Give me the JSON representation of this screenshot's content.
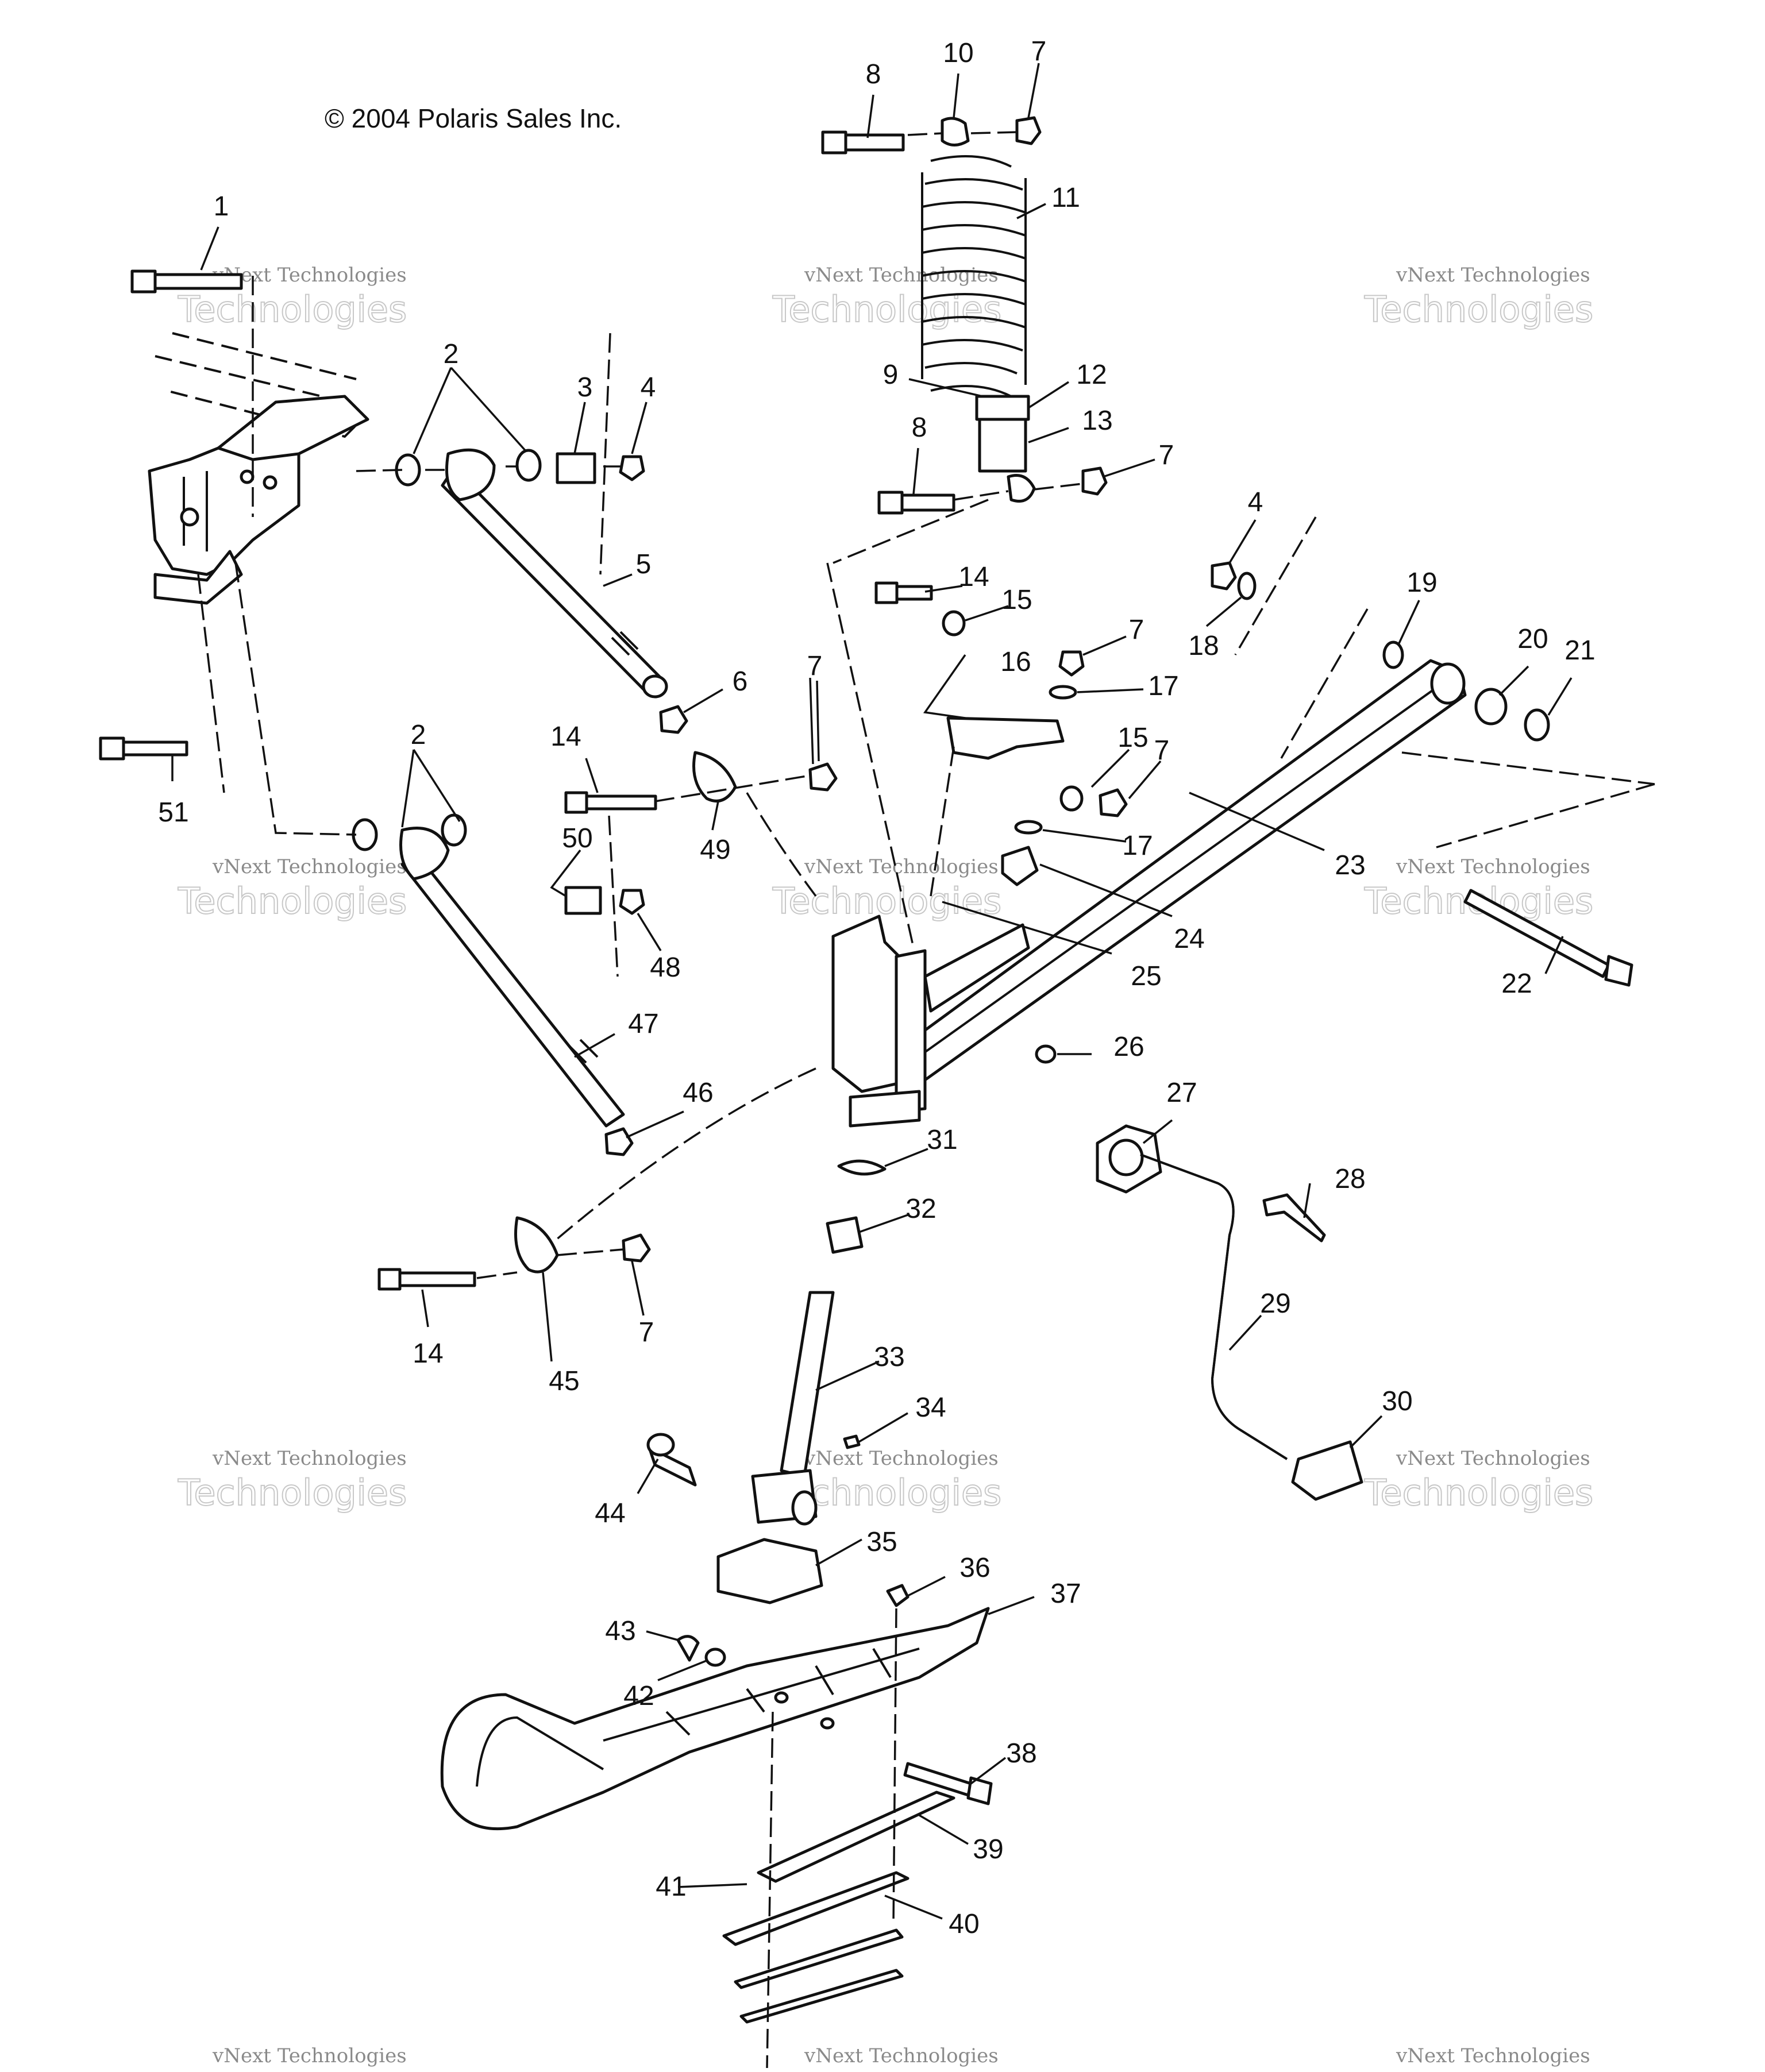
{
  "copyright": "© 2004 Polaris Sales Inc.",
  "watermark": {
    "line1": "vNext Technologies",
    "line2": "Technologies"
  },
  "callouts": [
    {
      "id": "c1",
      "label": "1"
    },
    {
      "id": "c2",
      "label": "2"
    },
    {
      "id": "c3",
      "label": "3"
    },
    {
      "id": "c4",
      "label": "4"
    },
    {
      "id": "c5",
      "label": "5"
    },
    {
      "id": "c6",
      "label": "6"
    },
    {
      "id": "c7a",
      "label": "7"
    },
    {
      "id": "c8a",
      "label": "8"
    },
    {
      "id": "c10",
      "label": "10"
    },
    {
      "id": "c11",
      "label": "11"
    },
    {
      "id": "c9",
      "label": "9"
    },
    {
      "id": "c12",
      "label": "12"
    },
    {
      "id": "c13",
      "label": "13"
    },
    {
      "id": "c8b",
      "label": "8"
    },
    {
      "id": "c7b",
      "label": "7"
    },
    {
      "id": "c4b",
      "label": "4"
    },
    {
      "id": "c14a",
      "label": "14"
    },
    {
      "id": "c15a",
      "label": "15"
    },
    {
      "id": "c18",
      "label": "18"
    },
    {
      "id": "c19",
      "label": "19"
    },
    {
      "id": "c7c",
      "label": "7"
    },
    {
      "id": "c16",
      "label": "16"
    },
    {
      "id": "c17a",
      "label": "17"
    },
    {
      "id": "c20",
      "label": "20"
    },
    {
      "id": "c21",
      "label": "21"
    },
    {
      "id": "c15b",
      "label": "15"
    },
    {
      "id": "c7d",
      "label": "7"
    },
    {
      "id": "c17b",
      "label": "17"
    },
    {
      "id": "c23",
      "label": "23"
    },
    {
      "id": "c24",
      "label": "24"
    },
    {
      "id": "c25",
      "label": "25"
    },
    {
      "id": "c22",
      "label": "22"
    },
    {
      "id": "c2b",
      "label": "2"
    },
    {
      "id": "c14b",
      "label": "14"
    },
    {
      "id": "c7e",
      "label": "7"
    },
    {
      "id": "c51",
      "label": "51"
    },
    {
      "id": "c49",
      "label": "49"
    },
    {
      "id": "c50",
      "label": "50"
    },
    {
      "id": "c48",
      "label": "48"
    },
    {
      "id": "c47",
      "label": "47"
    },
    {
      "id": "c46",
      "label": "46"
    },
    {
      "id": "c26",
      "label": "26"
    },
    {
      "id": "c27",
      "label": "27"
    },
    {
      "id": "c28",
      "label": "28"
    },
    {
      "id": "c31",
      "label": "31"
    },
    {
      "id": "c32",
      "label": "32"
    },
    {
      "id": "c29",
      "label": "29"
    },
    {
      "id": "c14c",
      "label": "14"
    },
    {
      "id": "c45",
      "label": "45"
    },
    {
      "id": "c7f",
      "label": "7"
    },
    {
      "id": "c33",
      "label": "33"
    },
    {
      "id": "c34",
      "label": "34"
    },
    {
      "id": "c30",
      "label": "30"
    },
    {
      "id": "c44",
      "label": "44"
    },
    {
      "id": "c35",
      "label": "35"
    },
    {
      "id": "c36",
      "label": "36"
    },
    {
      "id": "c37",
      "label": "37"
    },
    {
      "id": "c43",
      "label": "43"
    },
    {
      "id": "c42",
      "label": "42"
    },
    {
      "id": "c38",
      "label": "38"
    },
    {
      "id": "c39",
      "label": "39"
    },
    {
      "id": "c41",
      "label": "41"
    },
    {
      "id": "c40",
      "label": "40"
    }
  ]
}
